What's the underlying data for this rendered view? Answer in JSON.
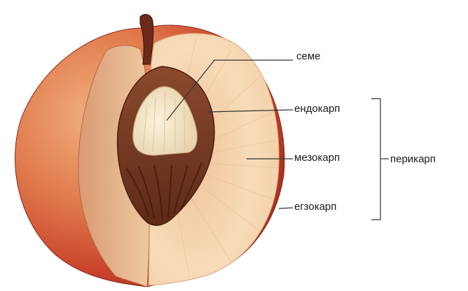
{
  "labels": {
    "seed": "семе",
    "endocarp": "ендокарп",
    "mesocarp": "мезокарп",
    "exocarp": "егзокарп",
    "pericarp": "перикарп"
  },
  "colors": {
    "skin_red": "#c8412b",
    "skin_orange": "#e8905e",
    "flesh": "#f0c8a0",
    "flesh_light": "#f8e2c6",
    "endocarp": "#7a3a22",
    "seed": "#f4e6c8",
    "stem": "#6b2a1c",
    "line": "#333333"
  }
}
